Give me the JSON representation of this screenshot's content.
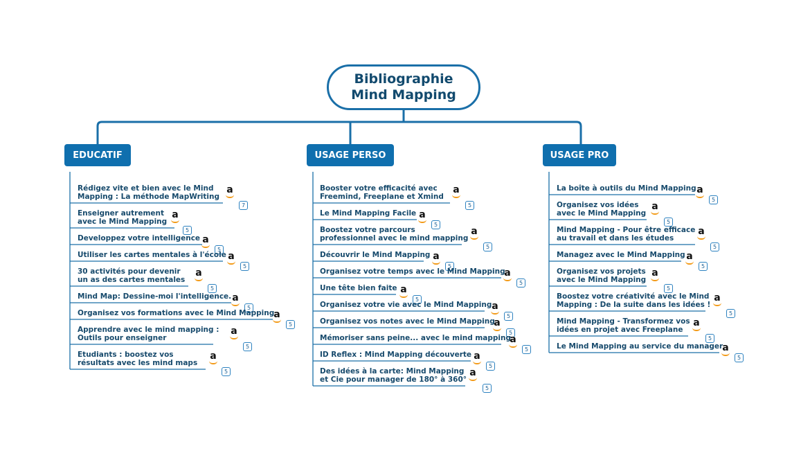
{
  "root": {
    "line1": "Bibliographie",
    "line2": "Mind Mapping"
  },
  "colors": {
    "branch": "#0f6fae",
    "line": "#1a6fa8",
    "text": "#174a6c",
    "badge": "#2d82c0",
    "amazon_smile": "#f39b1a"
  },
  "icon": "amazon-icon",
  "branches": [
    {
      "label": "EDUCATIF",
      "items": [
        {
          "lines": [
            "Rédigez vite et bien avec le Mind",
            "Mapping : La méthode MapWriting"
          ],
          "badge": "7"
        },
        {
          "lines": [
            "Enseigner autrement",
            "avec le Mind Mapping"
          ],
          "badge": "5"
        },
        {
          "lines": [
            "Developpez votre intelligence"
          ],
          "badge": "5"
        },
        {
          "lines": [
            "Utiliser les cartes mentales à l'école"
          ],
          "badge": "5"
        },
        {
          "lines": [
            "30 activités pour devenir",
            "un as des cartes mentales"
          ],
          "badge": "5"
        },
        {
          "lines": [
            "Mind Map: Dessine-moi l'intelligence."
          ],
          "badge": "5"
        },
        {
          "lines": [
            "Organisez vos formations avec le Mind Mapping"
          ],
          "badge": "5"
        },
        {
          "lines": [
            "Apprendre avec le mind mapping :",
            "Outils pour enseigner"
          ],
          "badge": "5"
        },
        {
          "lines": [
            "Etudiants : boostez vos",
            "résultats avec les mind maps"
          ],
          "badge": "5"
        }
      ]
    },
    {
      "label": "USAGE PERSO",
      "items": [
        {
          "lines": [
            "Booster votre efficacité avec",
            "Freemind, Freeplane et Xmind"
          ],
          "badge": "5"
        },
        {
          "lines": [
            "Le Mind Mapping Facile"
          ],
          "badge": "5"
        },
        {
          "lines": [
            "Boostez votre parcours",
            "professionnel avec le mind mapping"
          ],
          "badge": "5"
        },
        {
          "lines": [
            "Découvrir le Mind Mapping"
          ],
          "badge": "5"
        },
        {
          "lines": [
            "Organisez votre temps avec le Mind Mapping"
          ],
          "badge": "5"
        },
        {
          "lines": [
            "Une tête bien faite"
          ],
          "badge": "5"
        },
        {
          "lines": [
            "Organisez votre vie avec le Mind Mapping"
          ],
          "badge": "5"
        },
        {
          "lines": [
            "Organisez vos notes avec le Mind Mapping"
          ],
          "badge": "5"
        },
        {
          "lines": [
            "Mémoriser sans peine... avec le mind mapping"
          ],
          "badge": "5"
        },
        {
          "lines": [
            "ID Reflex : Mind Mapping découverte"
          ],
          "badge": "5"
        },
        {
          "lines": [
            "Des idées à la carte: Mind Mapping",
            "et Cie pour manager de 180° à 360°"
          ],
          "badge": "5"
        }
      ]
    },
    {
      "label": "USAGE PRO",
      "items": [
        {
          "lines": [
            "La boîte à outils du Mind Mapping"
          ],
          "badge": "5"
        },
        {
          "lines": [
            "Organisez vos idées",
            "avec le Mind Mapping"
          ],
          "badge": "5"
        },
        {
          "lines": [
            "Mind Mapping - Pour être efficace",
            "au travail et dans les études"
          ],
          "badge": "5"
        },
        {
          "lines": [
            "Managez avec le Mind Mapping"
          ],
          "badge": "5"
        },
        {
          "lines": [
            "Organisez vos projets",
            "avec le Mind Mapping"
          ],
          "badge": "5"
        },
        {
          "lines": [
            "Boostez votre créativité avec le Mind",
            "Mapping : De la suite dans les idées !"
          ],
          "badge": "5"
        },
        {
          "lines": [
            "Mind Mapping - Transformez vos",
            "idées en projet avec Freeplane"
          ],
          "badge": "5"
        },
        {
          "lines": [
            "Le Mind Mapping au service du manager"
          ],
          "badge": "5"
        }
      ]
    }
  ]
}
